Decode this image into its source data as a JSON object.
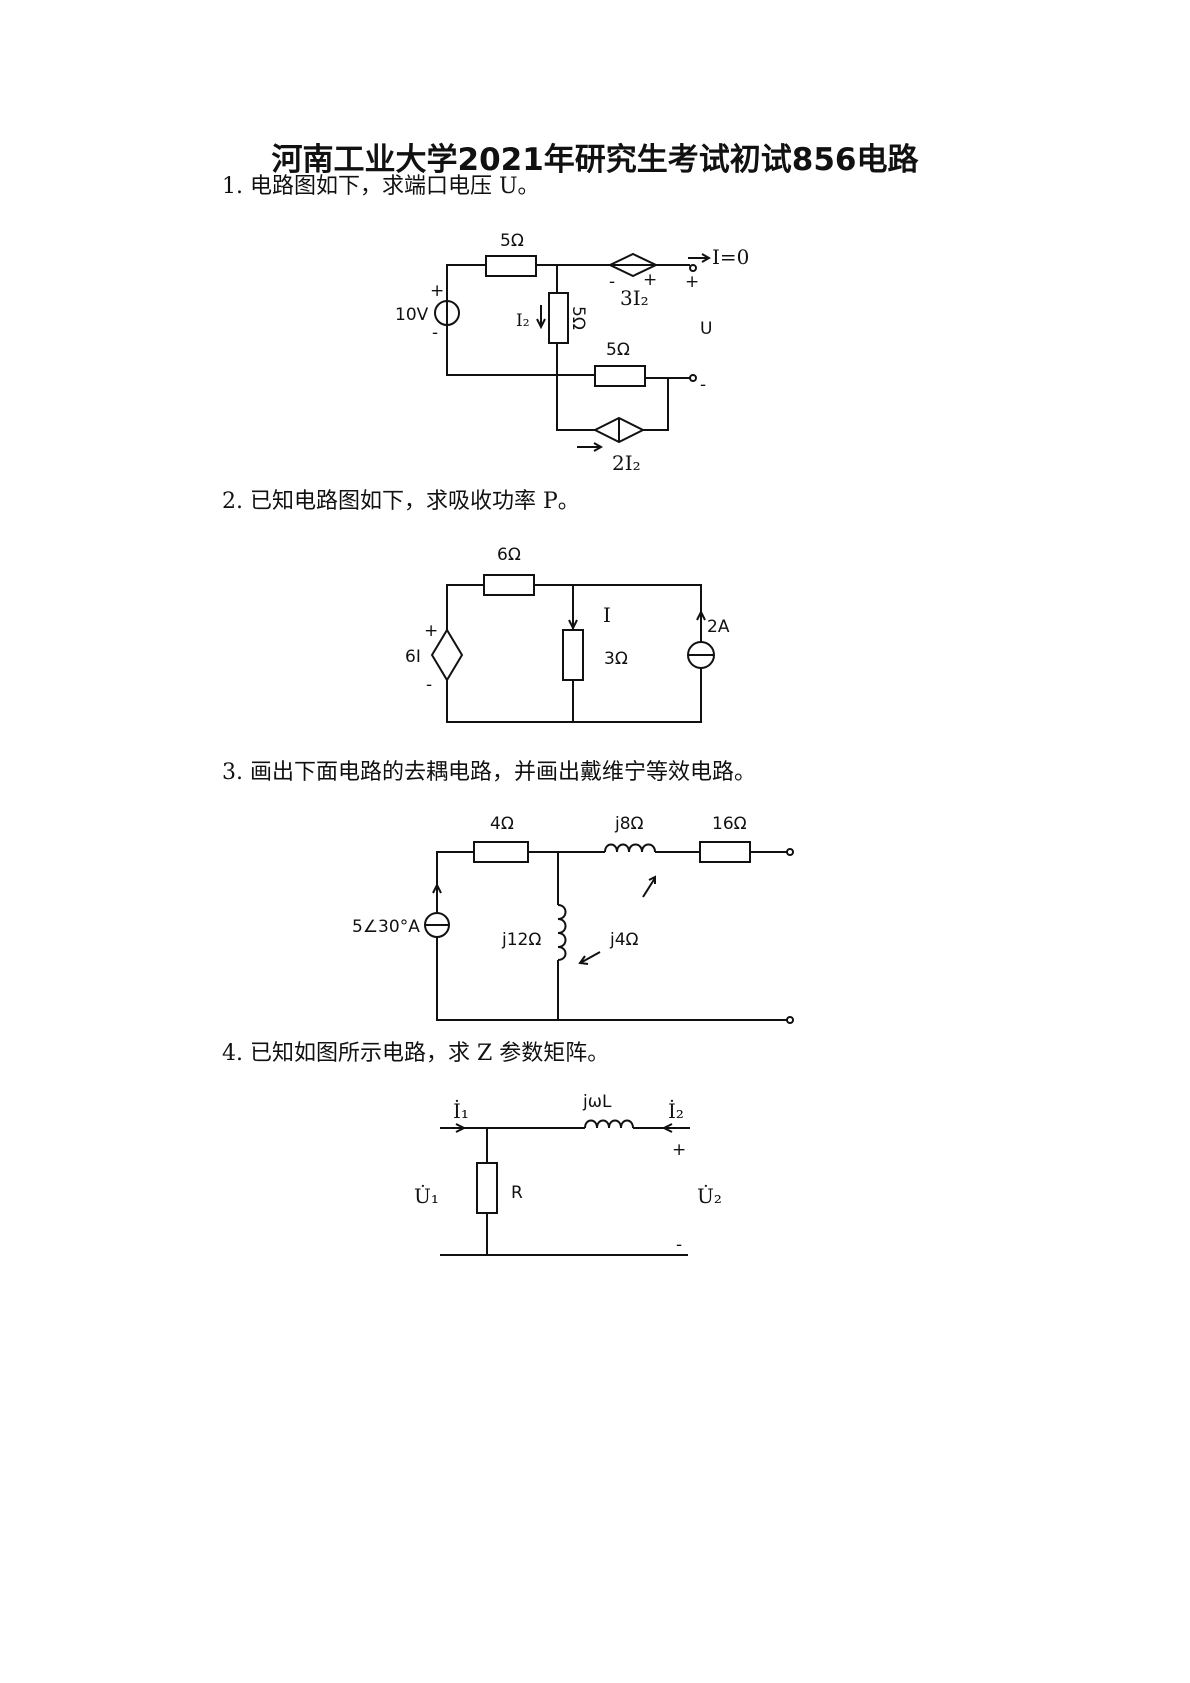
{
  "title": "河南工业大学2021年研究生考试初试856电路",
  "questions": [
    {
      "text": "1. 电路图如下，求端口电压 U。"
    },
    {
      "text": "2. 已知电路图如下，求吸收功率 P。"
    },
    {
      "text": "3. 画出下面电路的去耦电路，并画出戴维宁等效电路。"
    },
    {
      "text": "4. 已知如图所示电路，求 Z 参数矩阵。"
    }
  ],
  "c1": {
    "r_top": "5Ω",
    "vs": "10V",
    "plus": "+",
    "minus": "-",
    "i2": "I₂",
    "r_mid": "5Ω",
    "ccvs": "3I₂",
    "i0": "I=0",
    "u": "U",
    "r_bot": "5Ω",
    "cccs": "2I₂"
  },
  "c2": {
    "r1": "6Ω",
    "i": "I",
    "r2": "3Ω",
    "vs": "6I",
    "plus": "+",
    "minus": "-",
    "cs": "2A"
  },
  "c3": {
    "r1": "4Ω",
    "l1": "j8Ω",
    "r2": "16Ω",
    "cs": "5∠30°A",
    "l2": "j12Ω",
    "m": "j4Ω"
  },
  "c4": {
    "i1": "İ₁",
    "l": "jωL",
    "i2": "İ₂",
    "u1": "U̇₁",
    "r": "R",
    "u2": "U̇₂",
    "plus": "+",
    "minus": "-"
  }
}
